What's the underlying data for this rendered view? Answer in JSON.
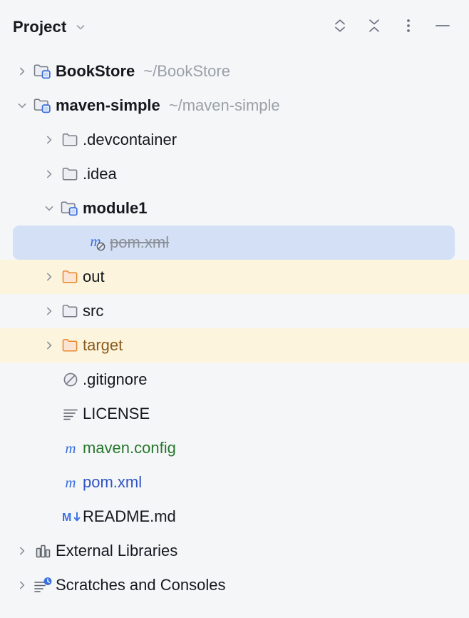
{
  "header": {
    "title": "Project",
    "title_dropdown_icon": "chevron-down-icon",
    "actions": [
      {
        "name": "expand-all-button",
        "icon": "expand-all-icon",
        "label": "Expand All"
      },
      {
        "name": "collapse-all-button",
        "icon": "collapse-all-icon",
        "label": "Collapse All"
      },
      {
        "name": "more-options-button",
        "icon": "more-vertical-icon",
        "label": "Options"
      },
      {
        "name": "hide-button",
        "icon": "minimize-icon",
        "label": "Hide"
      }
    ]
  },
  "colors": {
    "background": "#f5f6f8",
    "selection": "#d4e0f5",
    "excluded_row": "#fdf4dd",
    "folder_excluded": "#e8862c",
    "accent_blue": "#3a6fe0",
    "text": "#15191e",
    "muted": "#9aa0a8",
    "vcs_green": "#27772c",
    "vcs_blue": "#2f55c4",
    "excluded_text": "#8a5a1c"
  },
  "tree": {
    "rows": [
      {
        "label": "BookStore",
        "path": "~/BookStore",
        "icon": "module-folder-icon",
        "arrow": "collapsed",
        "depth": 0,
        "bold": true,
        "style": "default",
        "row_bg": "default"
      },
      {
        "label": "maven-simple",
        "path": "~/maven-simple",
        "icon": "module-folder-icon",
        "arrow": "expanded",
        "depth": 0,
        "bold": true,
        "style": "default",
        "row_bg": "default"
      },
      {
        "label": ".devcontainer",
        "path": "",
        "icon": "folder-icon",
        "arrow": "collapsed",
        "depth": 1,
        "bold": false,
        "style": "default",
        "row_bg": "default"
      },
      {
        "label": ".idea",
        "path": "",
        "icon": "folder-icon",
        "arrow": "collapsed",
        "depth": 1,
        "bold": false,
        "style": "default",
        "row_bg": "default"
      },
      {
        "label": "module1",
        "path": "",
        "icon": "module-folder-icon",
        "arrow": "expanded",
        "depth": 1,
        "bold": true,
        "style": "default",
        "row_bg": "default"
      },
      {
        "label": "pom.xml",
        "path": "",
        "icon": "maven-ignored-icon",
        "arrow": "none",
        "depth": 2,
        "bold": false,
        "style": "ignored",
        "row_bg": "selected"
      },
      {
        "label": "out",
        "path": "",
        "icon": "folder-excluded-icon",
        "arrow": "collapsed",
        "depth": 1,
        "bold": false,
        "style": "default",
        "row_bg": "excluded"
      },
      {
        "label": "src",
        "path": "",
        "icon": "folder-icon",
        "arrow": "collapsed",
        "depth": 1,
        "bold": false,
        "style": "default",
        "row_bg": "default"
      },
      {
        "label": "target",
        "path": "",
        "icon": "folder-excluded-icon",
        "arrow": "collapsed",
        "depth": 1,
        "bold": false,
        "style": "brown",
        "row_bg": "excluded"
      },
      {
        "label": ".gitignore",
        "path": "",
        "icon": "gitignore-icon",
        "arrow": "none",
        "depth": 1,
        "bold": false,
        "style": "default",
        "row_bg": "default"
      },
      {
        "label": "LICENSE",
        "path": "",
        "icon": "text-file-icon",
        "arrow": "none",
        "depth": 1,
        "bold": false,
        "style": "default",
        "row_bg": "default"
      },
      {
        "label": "maven.config",
        "path": "",
        "icon": "maven-icon",
        "arrow": "none",
        "depth": 1,
        "bold": false,
        "style": "green",
        "row_bg": "default"
      },
      {
        "label": "pom.xml",
        "path": "",
        "icon": "maven-icon",
        "arrow": "none",
        "depth": 1,
        "bold": false,
        "style": "blue",
        "row_bg": "default"
      },
      {
        "label": "README.md",
        "path": "",
        "icon": "markdown-icon",
        "arrow": "none",
        "depth": 1,
        "bold": false,
        "style": "default",
        "row_bg": "default"
      },
      {
        "label": "External Libraries",
        "path": "",
        "icon": "libraries-icon",
        "arrow": "collapsed",
        "depth": 0,
        "bold": false,
        "style": "default",
        "row_bg": "default"
      },
      {
        "label": "Scratches and Consoles",
        "path": "",
        "icon": "scratches-icon",
        "arrow": "collapsed",
        "depth": 0,
        "bold": false,
        "style": "default",
        "row_bg": "default"
      }
    ]
  }
}
